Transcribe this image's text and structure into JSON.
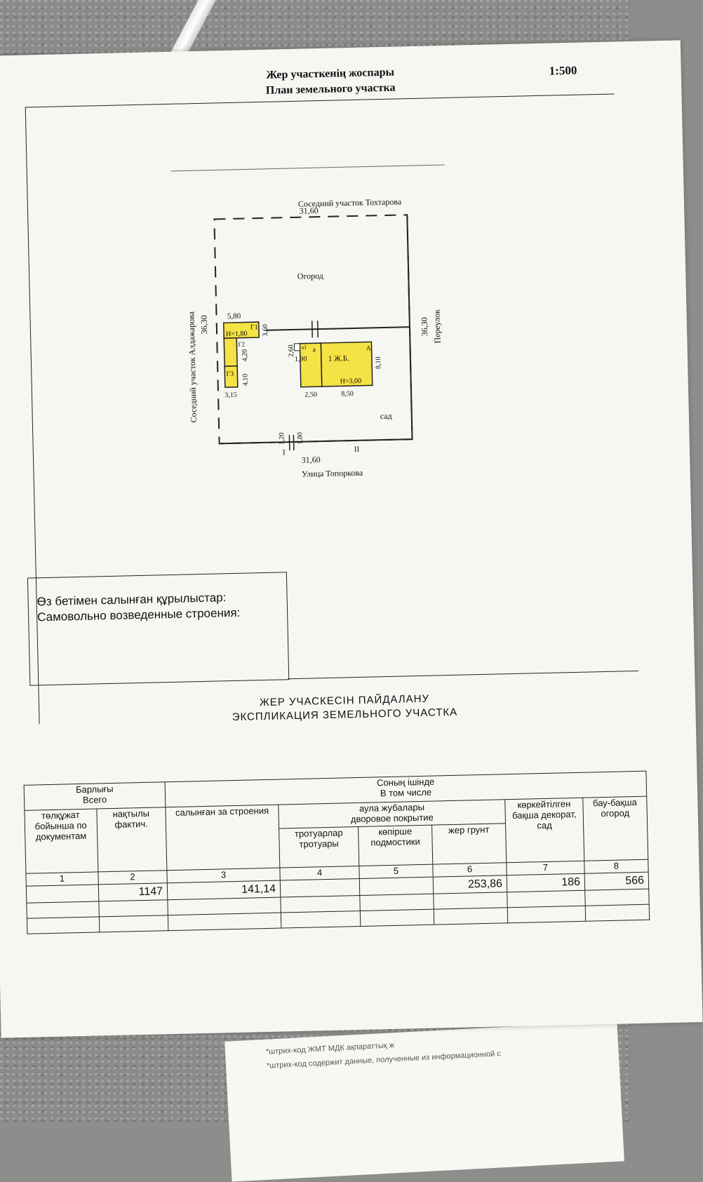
{
  "plan": {
    "title_kz": "Жер участкенің жоспары",
    "title_ru": "План земельного участка",
    "scale": "1:500",
    "neighbor_top": "Соседний участок Тохтарова",
    "neighbor_left": "Соседний участок Алдажарова",
    "lane_right": "Переулок",
    "street_bottom": "Улица Топоркова",
    "zone_garden_veg": "Огород",
    "zone_garden": "сад",
    "dimensions": {
      "top": "31,60",
      "bottom": "31,60",
      "left": "36,30",
      "right": "36,30",
      "g1_width": "5,80",
      "g1_height": "3,60",
      "g_side": "4,20",
      "g3_side": "4,10",
      "g3_width": "3,15",
      "a_height": "2,60",
      "a_width": "1,90",
      "a_bottom": "2,50",
      "house_width": "8,50",
      "house_height": "8,10",
      "gate_a": "1,20",
      "gate_b": "1,80"
    },
    "labels": {
      "g1": "Г1",
      "g1_h": "Н=1,80",
      "g2": "Г2",
      "g3": "Г3",
      "a_small": "а",
      "a_small2": "а1",
      "house_letter": "А",
      "house_name": "1 Ж.Б.",
      "house_h": "Н=3,00",
      "roman_1": "I",
      "roman_2": "II"
    }
  },
  "unauthorized": {
    "line_kz": "Өз бетімен салынған құрылыстар:",
    "line_ru": "Самовольно возведенные строения:"
  },
  "explication": {
    "title_kz": "ЖЕР УЧАСКЕСІН ПАЙДАЛАНУ",
    "title_ru": "ЭКСПЛИКАЦИЯ ЗЕМЕЛЬНОГО УЧАСТКА",
    "total_kz": "Барлығы",
    "total_ru": "Всего",
    "incl_kz": "Соның ішінде",
    "incl_ru": "В том числе",
    "yard_kz": "аула жубалары",
    "yard_ru": "дворовое покрытие",
    "cols": [
      {
        "kz": "төлқұжат бойынша по документам",
        "num": "1"
      },
      {
        "kz": "нақтылы фактич.",
        "num": "2"
      },
      {
        "kz": "салынған за строения",
        "num": "3"
      },
      {
        "kz": "тротуарлар тротуары",
        "num": "4"
      },
      {
        "kz": "көпірше подмостики",
        "num": "5"
      },
      {
        "kz": "жер грунт",
        "num": "6"
      },
      {
        "kz": "көркейтілген бақша декорат, сад",
        "num": "7"
      },
      {
        "kz": "бау-бақша огород",
        "num": "8"
      }
    ],
    "row": [
      "",
      "1147",
      "141,14",
      "",
      "",
      "253,86",
      "186",
      "566"
    ]
  },
  "under_paper": {
    "line1": "*штрих-код ЖМТ МДК ақпараттық ж",
    "line2": "*штрих-код содержит данные, полученные из информационной с"
  }
}
